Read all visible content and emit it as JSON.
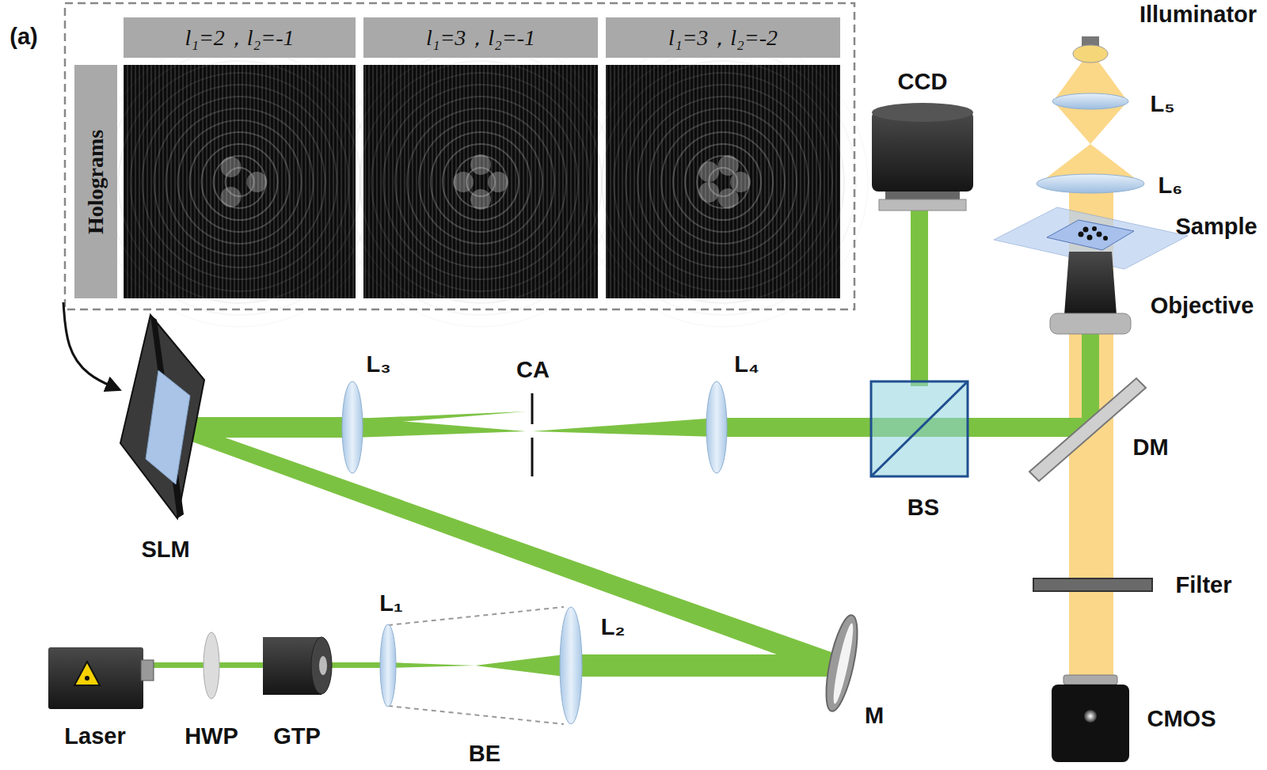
{
  "diagram": {
    "nodes": [
      {
        "text": [
          "l₁=2，l₂=-1"
        ]
      },
      {
        "text": [
          "l₁=3，l₂=-1"
        ]
      },
      {
        "text": [
          "l₁=3，l₂=-2"
        ]
      },
      {
        "text": [
          "Holograms"
        ]
      }
    ],
    "labels": [
      "(a)",
      "CCD",
      "Illuminator",
      "L₅",
      "L₆",
      "Sample",
      "Objective",
      "L₃",
      "CA",
      "L₄",
      "BS",
      "DM",
      "SLM",
      "Filter",
      "L₁",
      "L₂",
      "M",
      "CMOS",
      "Laser",
      "HWP",
      "GTP",
      "BE"
    ]
  }
}
